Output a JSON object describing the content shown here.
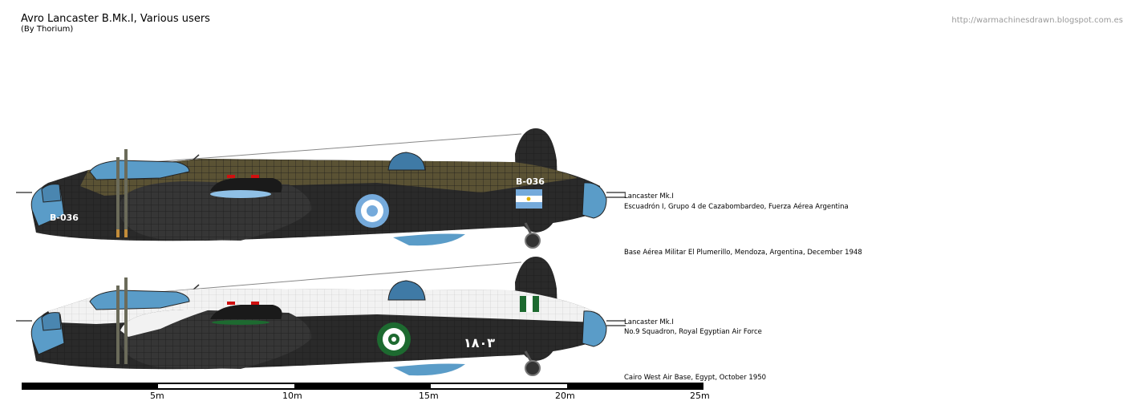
{
  "header": {
    "title": "Avro Lancaster B.Mk.I, Various users",
    "author": "(By Thorium)",
    "url": "http://warmachinesdrawn.blogspot.com.es"
  },
  "aircraft": [
    {
      "name": "Lancaster Mk.I",
      "unit": "Escuadrón I, Grupo 4 de Cazabombardeo, Fuerza Aérea Argentina",
      "location": "Base Aérea Militar El Plumerillo, Mendoza, Argentina, December 1948",
      "nose_serial": "B-036",
      "tail_serial": "B-036",
      "roundel": "argentina-roundel",
      "fin_flag": "argentina-flag"
    },
    {
      "name": "Lancaster Mk.I",
      "unit": "No.9 Squadron, Royal Egyptian Air Force",
      "location": "Cairo West Air Base, Egypt, October 1950",
      "fuselage_serial": "١٨٠٣",
      "roundel": "egypt-roundel",
      "fin_flag": "egypt-flag"
    }
  ],
  "scale": {
    "ticks": [
      "5m",
      "10m",
      "15m",
      "20m",
      "25m"
    ]
  },
  "colors": {
    "night_black": "#2a2a2a",
    "upper_brown": "#5a5234",
    "glazing_blue": "#5a9cc8",
    "egypt_upper": "#f2f2f2",
    "egypt_green": "#1d6a30",
    "argentina_blue": "#75aadb",
    "red_lights": "#d01010"
  }
}
